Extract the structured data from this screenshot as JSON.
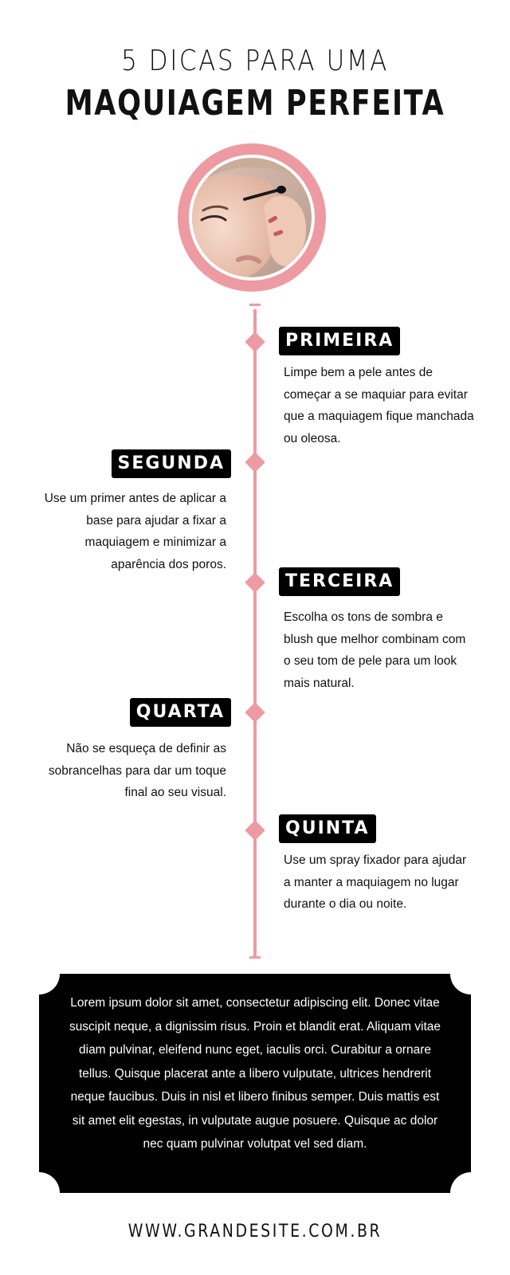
{
  "header": {
    "title_top": "5 DICAS PARA UMA",
    "title_main": "MAQUIAGEM PERFEITA"
  },
  "colors": {
    "accent_pink": "#ee9aa2",
    "label_bg": "#000000",
    "text": "#111111"
  },
  "tips": [
    {
      "label": "PRIMEIRA",
      "text": "Limpe bem a pele antes de começar a se maquiar para evitar que a maquiagem fique manchada ou oleosa."
    },
    {
      "label": "SEGUNDA",
      "text": "Use um primer antes de aplicar a base para ajudar a fixar a maquiagem e minimizar a aparência dos poros."
    },
    {
      "label": "TERCEIRA",
      "text": "Escolha os tons de sombra e blush que melhor combinam com o seu tom de pele para um look mais natural."
    },
    {
      "label": "QUARTA",
      "text": "Não se esqueça de definir as sobrancelhas para dar um toque final ao seu visual."
    },
    {
      "label": "QUINTA",
      "text": "Use um spray fixador para ajudar a manter a maquiagem no lugar durante o dia ou noite."
    }
  ],
  "info_box": {
    "text": "Lorem ipsum dolor sit amet, consectetur adipiscing elit. Donec vitae suscipit neque, a dignissim risus. Proin et blandit erat. Aliquam vitae diam pulvinar, eleifend nunc eget, iaculis orci. Curabitur a ornare tellus. Quisque placerat ante a libero vulputate, ultrices hendrerit neque faucibus. Duis in nisl et libero finibus semper. Duis mattis est sit amet elit egestas, in vulputate augue posuere. Quisque ac dolor nec quam pulvinar volutpat vel sed diam."
  },
  "footer": {
    "website": "WWW.GRANDESITE.COM.BR"
  }
}
